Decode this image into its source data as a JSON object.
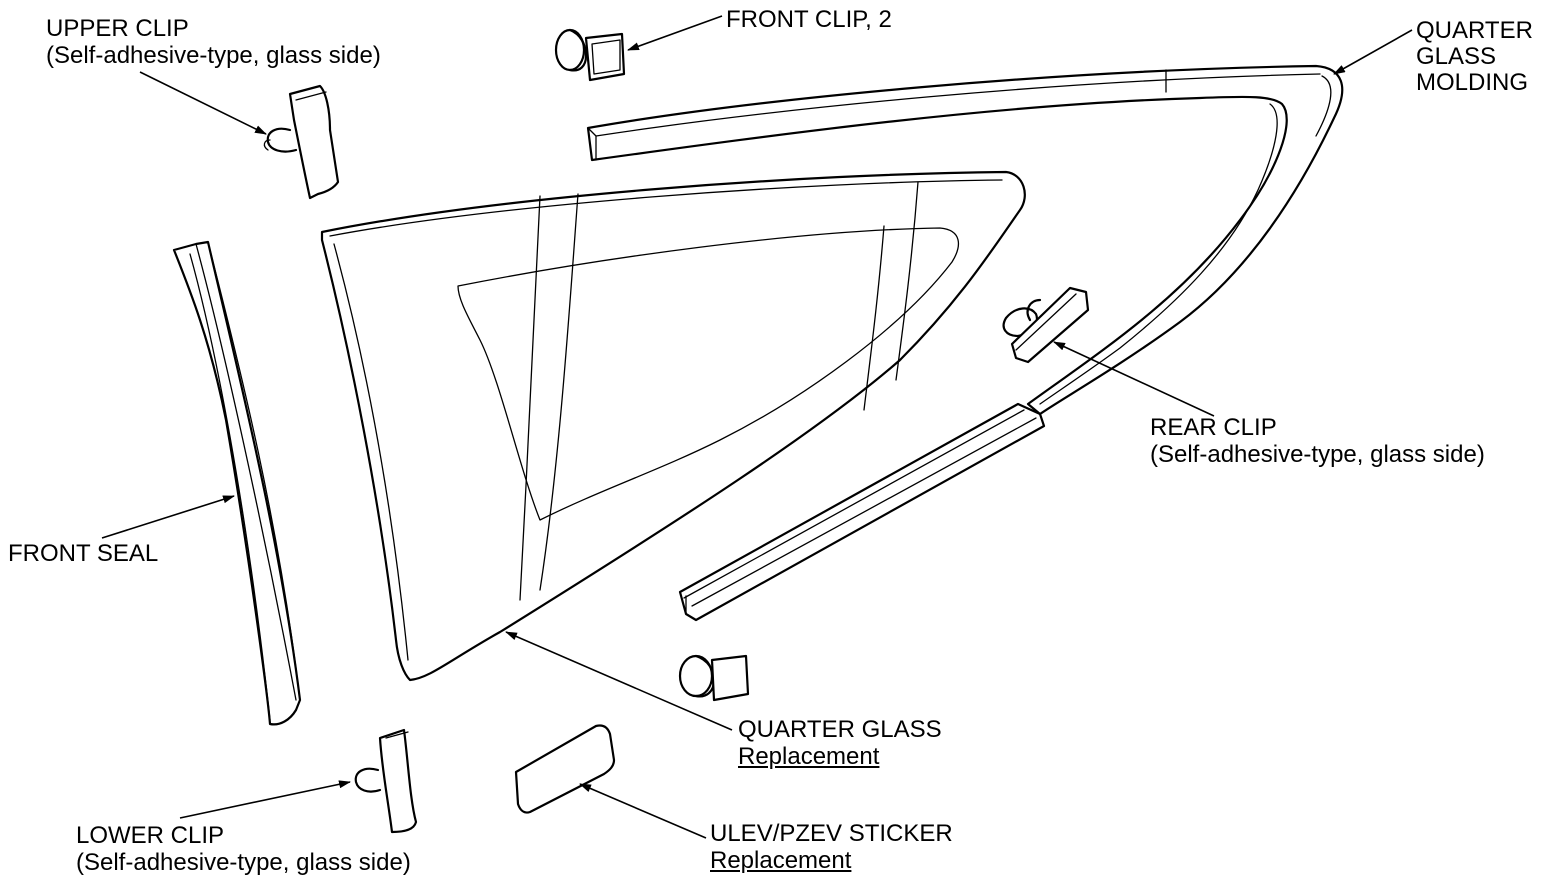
{
  "callouts": {
    "upper_clip": {
      "title": "UPPER CLIP",
      "note": "(Self-adhesive-type, glass side)"
    },
    "front_clip": {
      "title": "FRONT CLIP, 2"
    },
    "quarter_glass_molding": {
      "line1": "QUARTER",
      "line2": "GLASS",
      "line3": "MOLDING"
    },
    "rear_clip": {
      "title": "REAR CLIP",
      "note": "(Self-adhesive-type, glass side)"
    },
    "front_seal": {
      "title": "FRONT SEAL"
    },
    "quarter_glass": {
      "title": "QUARTER GLASS",
      "link": "Replacement"
    },
    "lower_clip": {
      "title": "LOWER CLIP",
      "note": "(Self-adhesive-type, glass side)"
    },
    "ulev_sticker": {
      "title": "ULEV/PZEV STICKER",
      "link": "Replacement"
    }
  },
  "colors": {
    "line": "#000000",
    "background": "#ffffff"
  }
}
